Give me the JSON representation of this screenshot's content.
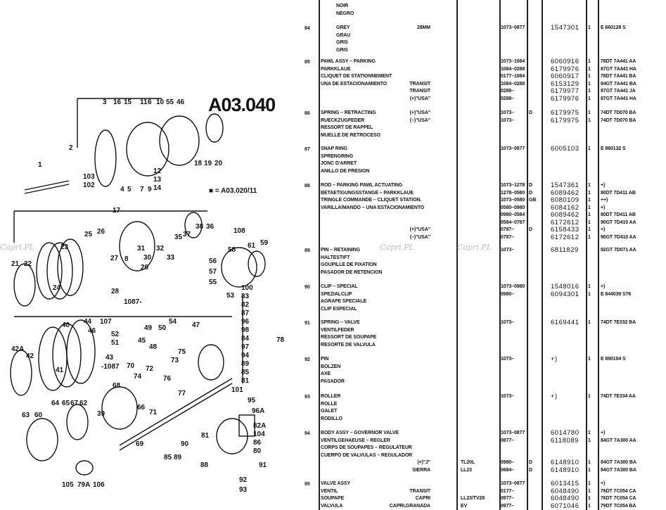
{
  "diagram": {
    "title": "A03.040",
    "cross_ref": "■ = A03.020/11",
    "callouts": [
      "3",
      "16",
      "15",
      "11",
      "6",
      "10",
      "55",
      "46",
      "2",
      "1",
      "103",
      "102",
      "5",
      "4",
      "7",
      "9",
      "12",
      "13",
      "14",
      "18",
      "19",
      "20",
      "17",
      "108",
      "25",
      "26",
      "23",
      "24",
      "21",
      "22",
      "27",
      "8",
      "31",
      "32",
      "29",
      "30",
      "33",
      "35",
      "37",
      "38",
      "36",
      "58",
      "61",
      "59",
      "56",
      "57",
      "55",
      "53",
      "54",
      "47",
      "28",
      "1087-",
      "100",
      "83",
      "82",
      "87",
      "96",
      "98",
      "84",
      "97",
      "94",
      "89",
      "85",
      "81",
      "78",
      "40",
      "44",
      "46",
      "107",
      "52",
      "51",
      "45",
      "50",
      "49",
      "48",
      "42A",
      "42",
      "43",
      "-1087",
      "70",
      "72",
      "74",
      "76",
      "73",
      "75",
      "77",
      "68",
      "66",
      "71",
      "39",
      "41",
      "64",
      "65",
      "67",
      "62",
      "63",
      "60",
      "69",
      "101",
      "95",
      "96A",
      "82A",
      "104",
      "86",
      "80",
      "90",
      "81",
      "85",
      "89",
      "88",
      "91",
      "92",
      "93",
      "105",
      "79A",
      "106"
    ]
  },
  "watermark": "Capri.PL",
  "table": {
    "items": [
      {
        "no": "",
        "lines": [
          {
            "d": "NOIR"
          },
          {
            "d": "NEGRO"
          }
        ]
      },
      {
        "no": "84",
        "lines": [
          {
            "d": "GREY",
            "v": "28MM",
            "dt": "1073–0877",
            "p": "1547301",
            "q": "1",
            "r": "E 660128 S"
          },
          {
            "d": "GRAU"
          },
          {
            "d": "GRIS"
          },
          {
            "d": "GRIS"
          }
        ]
      },
      {
        "no": "85",
        "lines": [
          {
            "d": "PAWL ASSY – PARKING",
            "dt": "1073–1084",
            "p": "6060916",
            "q": "1",
            "r": "78DT 7A441 AA"
          },
          {
            "d": "PARKKLAUE",
            "dt": "1084–0288",
            "p": "6179976",
            "q": "1",
            "r": "87GT 7A441 HA"
          },
          {
            "d": "CLIQUET DE STATIONNEMENT",
            "dt": "0177–1084",
            "p": "6060917",
            "q": "1",
            "r": "78DT 7A441 BA"
          },
          {
            "d": "UNA DE ESTACIONAMIENTO",
            "v": "TRANSIT",
            "dt": "1084–0288",
            "p": "6153129",
            "q": "1",
            "r": "84GT 7A441 BA"
          },
          {
            "v": "TRANSIT",
            "dt": "0288–",
            "p": "6179977",
            "q": "1",
            "r": "87GT 7A441 JA"
          },
          {
            "v": "(+)\"USA\"",
            "dt": "0288–",
            "p": "6179976",
            "q": "1",
            "r": "87GT 7A441 HA"
          }
        ]
      },
      {
        "no": "86",
        "lines": [
          {
            "d": "SPRING – RETRACTING",
            "v": "(+)\"USA\"",
            "dt": "1073–",
            "n": "D",
            "p": "6179975",
            "q": "1",
            "r": "74DT 7D070 BA"
          },
          {
            "d": "RUECKZUGFEDER",
            "v": "(–)\"USA\"",
            "dt": "1073–",
            "p": "6179975",
            "q": "1",
            "r": "74DT 7D070 BA"
          },
          {
            "d": "RESSORT DE RAPPEL"
          },
          {
            "d": "MUELLE DE RETROCESO"
          }
        ]
      },
      {
        "no": "87",
        "lines": [
          {
            "d": "SNAP RING",
            "dt": "1073–0877",
            "p": "6005103",
            "q": "1",
            "r": "E 860132 S"
          },
          {
            "d": "SPRENGRING"
          },
          {
            "d": "JONC D'ARRET"
          },
          {
            "d": "ANILLO DE PRESION"
          }
        ]
      },
      {
        "no": "88",
        "lines": [
          {
            "d": "ROD – PARKING PAWL ACTUATING",
            "dt": "1073–1278",
            "n": "D",
            "p": "1547361",
            "q": "1",
            "r": "+)"
          },
          {
            "d": "BETAETIGUNGSSTANGE – PARKKLAUE",
            "dt": "1278–0580",
            "n": "D",
            "p": "6089462",
            "q": "1",
            "r": "80DT 7D411 AB"
          },
          {
            "d": "TRINGLE COMMANDE – CLIQUET STATION.",
            "dt": "1073–0580",
            "n": "GB",
            "p": "6080109",
            "q": "1",
            "r": "++)"
          },
          {
            "d": "VARILLA/MANDO – UNA ESTACIONAMIENTO",
            "dt": "0580–0980",
            "p": "6084162",
            "q": "1",
            "r": "+)"
          },
          {
            "dt": "0980–0584",
            "p": "6089462",
            "q": "1",
            "r": "80DT 7D411 AB"
          },
          {
            "dt": "0584–0787",
            "p": "6172612",
            "q": "1",
            "r": "90GT 7D410 AA"
          },
          {
            "v": "(+)\"USA\"",
            "dt": "0787–",
            "n": "D",
            "p": "6158433",
            "q": "1",
            "r": "+)"
          },
          {
            "v": "(–)\"USA\"",
            "dt": "0787–",
            "p": "6172612",
            "q": "1",
            "r": "90GT 7D410 AA"
          }
        ]
      },
      {
        "no": "89",
        "lines": [
          {
            "d": "PIN – RETAINING",
            "dt": "1073–",
            "p": "6811829",
            "r": "92GT 7D071 AA"
          },
          {
            "d": "HALTESTIFT"
          },
          {
            "d": "GOUPILLE DE FIXATION"
          },
          {
            "d": "PASADOR DE RETENCION"
          }
        ]
      },
      {
        "no": "90",
        "lines": [
          {
            "d": "CLIP – SPECIAL",
            "dt": "1073–0980",
            "p": "1548016",
            "q": "1",
            "r": "+)"
          },
          {
            "d": "SPEZIALCLIP",
            "dt": "0980–",
            "p": "6094301",
            "q": "1",
            "r": "E 844039 S76"
          },
          {
            "d": "AGRAFE SPECIALE"
          },
          {
            "d": "CLIP ESPECIAL"
          }
        ]
      },
      {
        "no": "91",
        "lines": [
          {
            "d": "SPRING – VALVE",
            "dt": "1073–",
            "p": "6169441",
            "q": "1",
            "r": "74DT 7E332 BA"
          },
          {
            "d": "VENTILFEDER"
          },
          {
            "d": "RESSORT DE SOUPAPE"
          },
          {
            "d": "RESORTE DE VALVULA"
          }
        ]
      },
      {
        "no": "92",
        "lines": [
          {
            "d": "PIN",
            "dt": "1073–",
            "p": "+)",
            "q": "1",
            "r": "E 890104 S"
          },
          {
            "d": "BOLZEN"
          },
          {
            "d": "AXE"
          },
          {
            "d": "PASADOR"
          }
        ]
      },
      {
        "no": "93",
        "lines": [
          {
            "d": "ROLLER",
            "dt": "1073–",
            "p": "+)",
            "q": "1",
            "r": "74DT 7E334 AA"
          },
          {
            "d": "ROLLE"
          },
          {
            "d": "GALET"
          },
          {
            "d": "RODILLO"
          }
        ]
      },
      {
        "no": "94",
        "lines": [
          {
            "d": "BODY ASSY – GOVERNOR VALVE",
            "dt": "1073–0877",
            "p": "6014780",
            "q": "1",
            "r": "+)"
          },
          {
            "d": "VENTILGEHAEUSE – REGLER",
            "dt": "0877–",
            "p": "6118089",
            "q": "1",
            "r": "84GT 7A300 AA"
          },
          {
            "d": "CORPS DE SOUPAPES – REGULATEUR"
          },
          {
            "d": "CUERPO DE VALVULAS – REGULADOR"
          },
          {
            "v": "(+)\"J\"",
            "m": "TL20L",
            "dt": "0980–",
            "n": "D",
            "p": "6148910",
            "q": "1",
            "r": "84GT 7A300 BA"
          },
          {
            "v": "SIERRA",
            "m": "LL23",
            "dt": "0684–",
            "n": "D",
            "p": "6148910",
            "q": "1",
            "r": "84GT 7A300 BA"
          }
        ]
      },
      {
        "no": "95",
        "lines": [
          {
            "d": "VALVE ASSY",
            "dt": "1073–0877",
            "p": "6013415",
            "q": "1",
            "r": "+)"
          },
          {
            "d": "VENTIL",
            "v": "TRANSIT",
            "dt": "0177–",
            "p": "6048490",
            "q": "1",
            "r": "76DT 7C054 CA"
          },
          {
            "d": "SOUPAPE",
            "v": "CAPRI",
            "m": "LL23/TV28",
            "dt": "0977–",
            "p": "6048490",
            "q": "1",
            "r": "76DT 7C054 CA"
          },
          {
            "d": "VALVULA",
            "v": "CAPRI,GRANADA",
            "m": "EV",
            "dt": "0977–",
            "p": "6071046",
            "q": "1",
            "r": "79DT 7C054 BA"
          }
        ]
      }
    ]
  }
}
